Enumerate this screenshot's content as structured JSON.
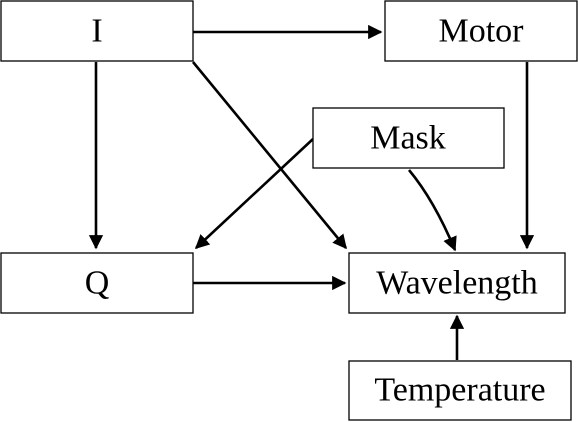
{
  "diagram": {
    "nodes": {
      "i": "I",
      "motor": "Motor",
      "mask": "Mask",
      "q": "Q",
      "wavelength": "Wavelength",
      "temperature": "Temperature"
    },
    "edges": [
      {
        "from": "I",
        "to": "Motor"
      },
      {
        "from": "I",
        "to": "Q"
      },
      {
        "from": "I",
        "to": "Wavelength"
      },
      {
        "from": "Motor",
        "to": "Wavelength"
      },
      {
        "from": "Mask",
        "to": "Q"
      },
      {
        "from": "Mask",
        "to": "Wavelength"
      },
      {
        "from": "Q",
        "to": "Wavelength"
      },
      {
        "from": "Temperature",
        "to": "Wavelength"
      }
    ],
    "colors": {
      "stroke": "#000000",
      "background": "#ffffff"
    }
  }
}
